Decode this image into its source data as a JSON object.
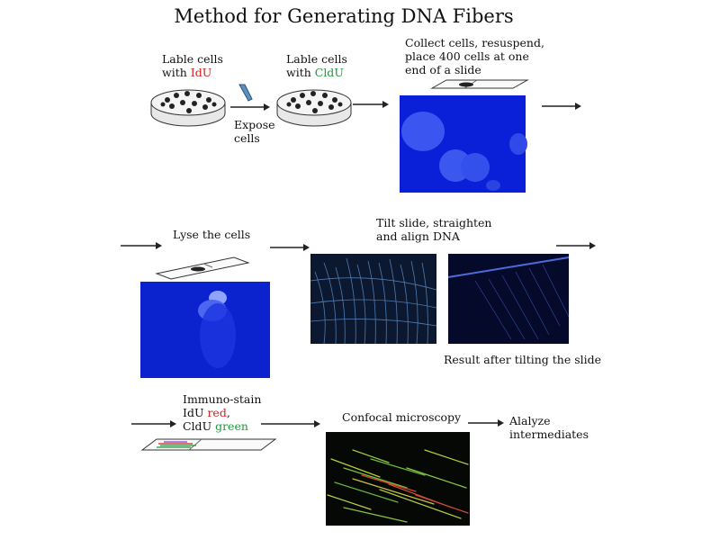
{
  "title": "Method for Generating DNA Fibers",
  "steps": {
    "label1": {
      "prefix": "Lable cells",
      "with": "with ",
      "reagent": "IdU"
    },
    "expose": {
      "line1": "Expose",
      "line2": "cells"
    },
    "label2": {
      "prefix": "Lable cells",
      "with": "with ",
      "reagent": "CldU"
    },
    "collect": {
      "line1": "Collect cells, resuspend,",
      "line2": "place 400 cells at one",
      "line3": "end of a slide"
    },
    "lyse": "Lyse the cells",
    "tilt": {
      "line1": "Tilt slide, straighten",
      "line2": "and align DNA"
    },
    "result": "Result after tilting the slide",
    "immuno": {
      "line1": "Immuno-stain",
      "idu": "IdU ",
      "idu_color": "red",
      "idu_suffix": ",",
      "cldu": "CldU ",
      "cldu_color": "green"
    },
    "confocal": "Confocal microscopy",
    "analyze": {
      "line1": "Alalyze",
      "line2": "intermediates"
    }
  },
  "colors": {
    "idu": "#d42020",
    "cldu": "#1f9a3a",
    "micrograph_blue": "#0a1fd8",
    "fiber_bg": "#0b1830"
  }
}
